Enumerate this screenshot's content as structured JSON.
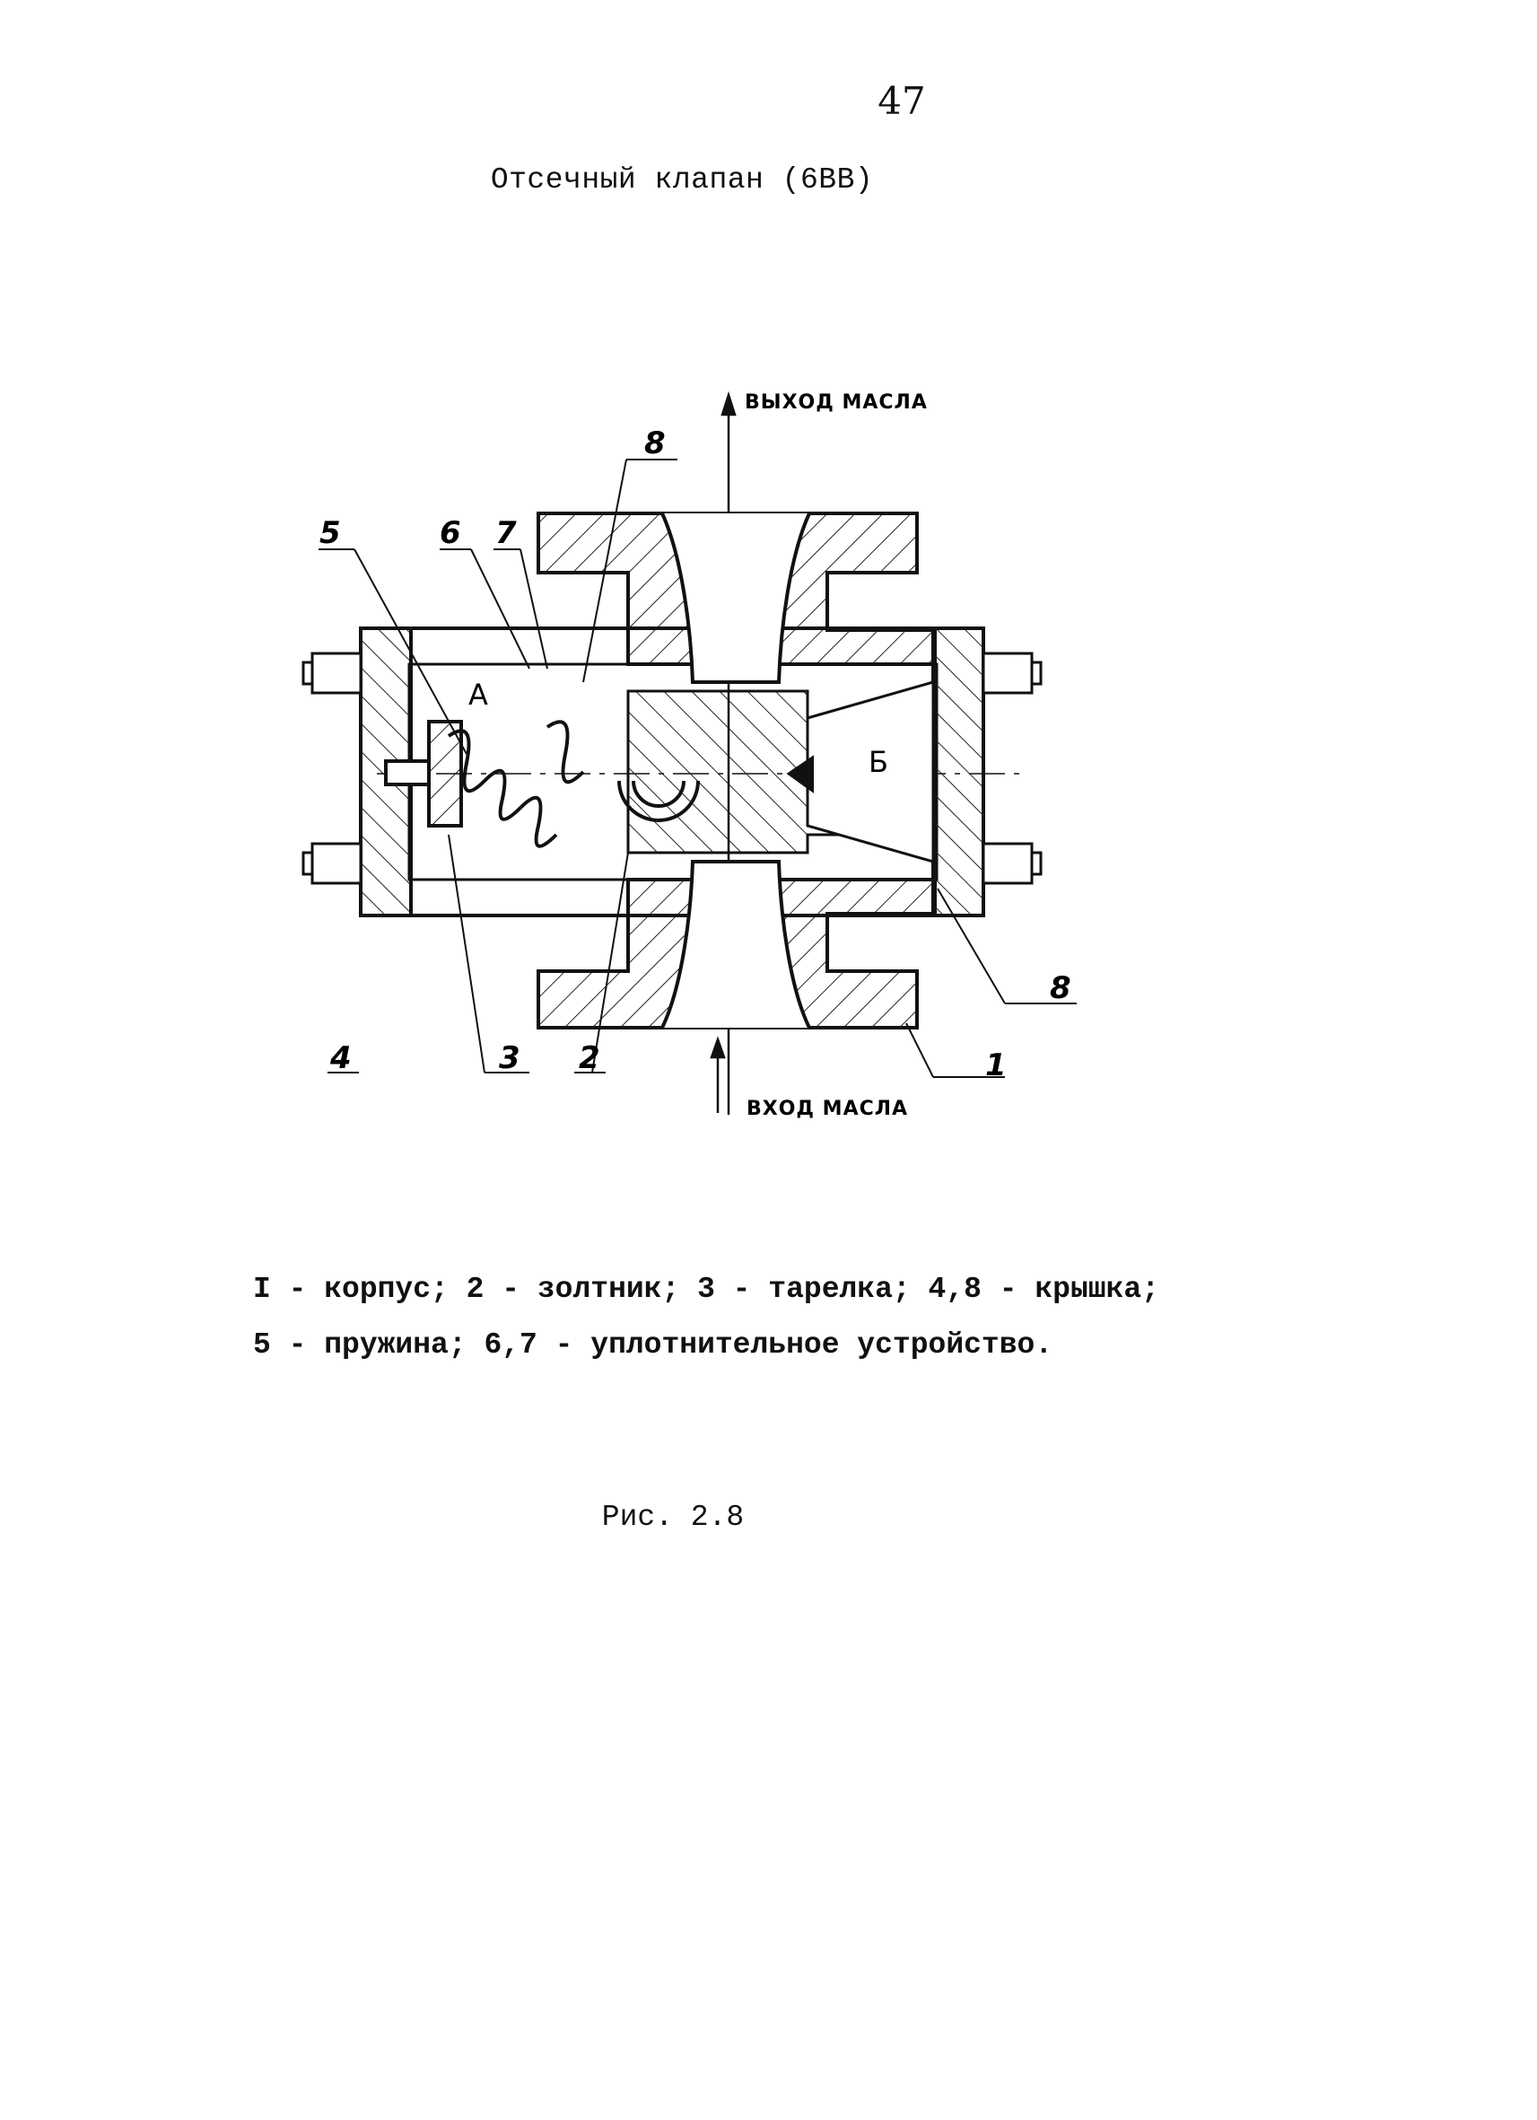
{
  "page_number": "47",
  "title": "Отсечный клапан (6ВВ)",
  "diagram": {
    "flow_out": "ВЫХОД МАСЛА",
    "flow_in": "ВХОД МАСЛА",
    "cavity_a": "А",
    "cavity_b": "Б",
    "callouts": {
      "c1": "1",
      "c2": "2",
      "c3": "3",
      "c4": "4",
      "c5": "5",
      "c6": "6",
      "c7": "7",
      "c8_top": "8",
      "c8_right": "8"
    }
  },
  "legend": {
    "line1": "I - корпус; 2 - золтник; 3 - тарелка; 4,8 - крышка;",
    "line2": "5 - пружина; 6,7 - уплотнительное устройство."
  },
  "caption": "Рис. 2.8"
}
